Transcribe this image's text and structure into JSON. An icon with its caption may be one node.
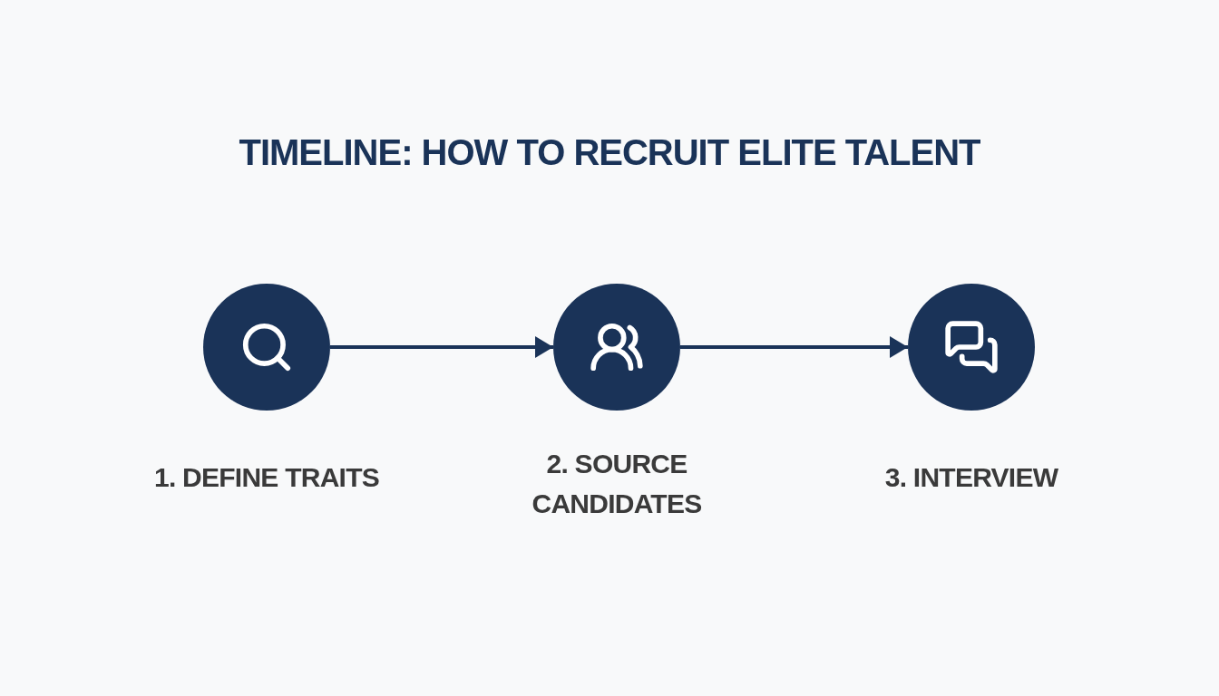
{
  "diagram": {
    "title": "TIMELINE: HOW TO RECRUIT ELITE TALENT",
    "nodes": [
      {
        "text": [],
        "shape": "circle",
        "beside": [
          "1. DEFINE TRAITS"
        ]
      },
      {
        "text": [],
        "shape": "circle",
        "beside": [
          "2. SOURCE CANDIDATES"
        ]
      },
      {
        "text": [],
        "shape": "circle",
        "beside": [
          "3. INTERVIEW"
        ]
      }
    ],
    "edges": [
      {
        "from": 0,
        "to": 1,
        "arrow": "to"
      },
      {
        "from": 1,
        "to": 2,
        "arrow": "to"
      }
    ]
  }
}
